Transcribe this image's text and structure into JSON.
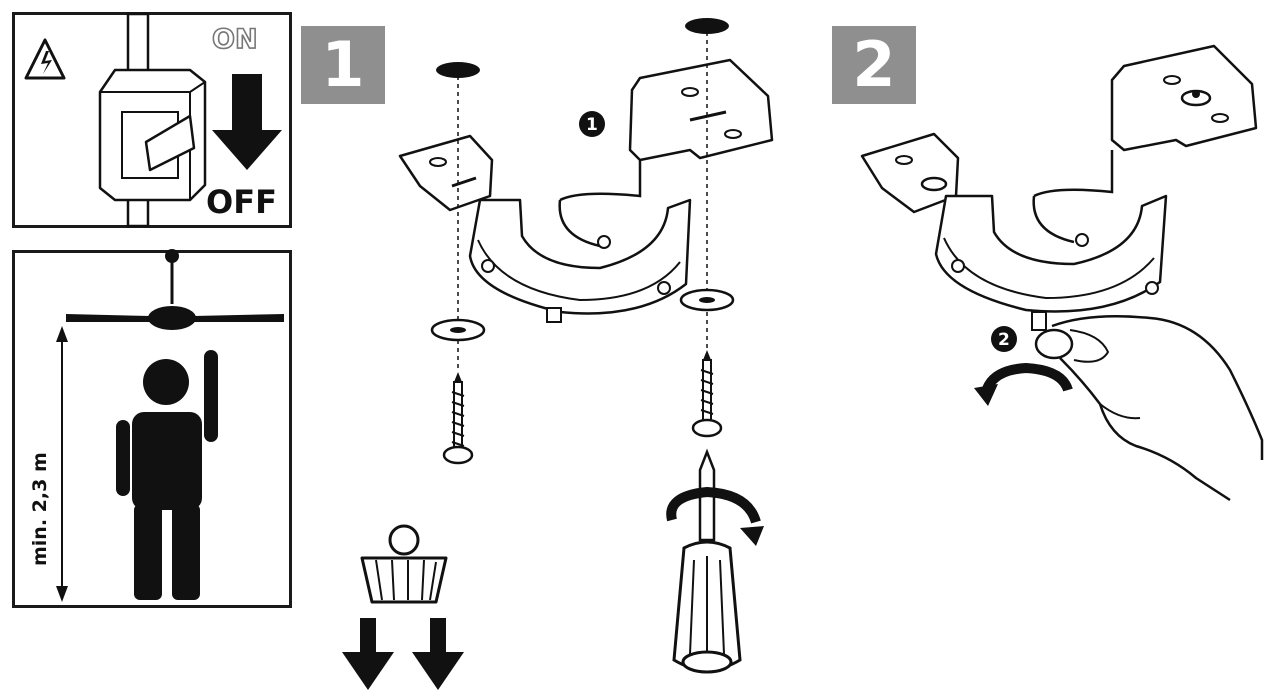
{
  "switch_panel": {
    "on_label": "ON",
    "off_label": "OFF"
  },
  "height_panel": {
    "height_label": "min. 2,3 m"
  },
  "steps": [
    {
      "label": "1",
      "callout": "1"
    },
    {
      "label": "2",
      "callout": "2"
    }
  ],
  "colors": {
    "step_badge": "#8f8f8f",
    "ink": "#1a1a1a",
    "background": "#ffffff"
  },
  "icons": [
    "high-voltage-icon",
    "circuit-breaker-icon",
    "down-arrow-icon",
    "person-icon",
    "ceiling-fan-icon",
    "mounting-bracket-icon",
    "screw-icon",
    "washer-icon",
    "screwdriver-icon",
    "rotate-arrow-icon",
    "hand-icon",
    "canopy-cap-icon"
  ]
}
